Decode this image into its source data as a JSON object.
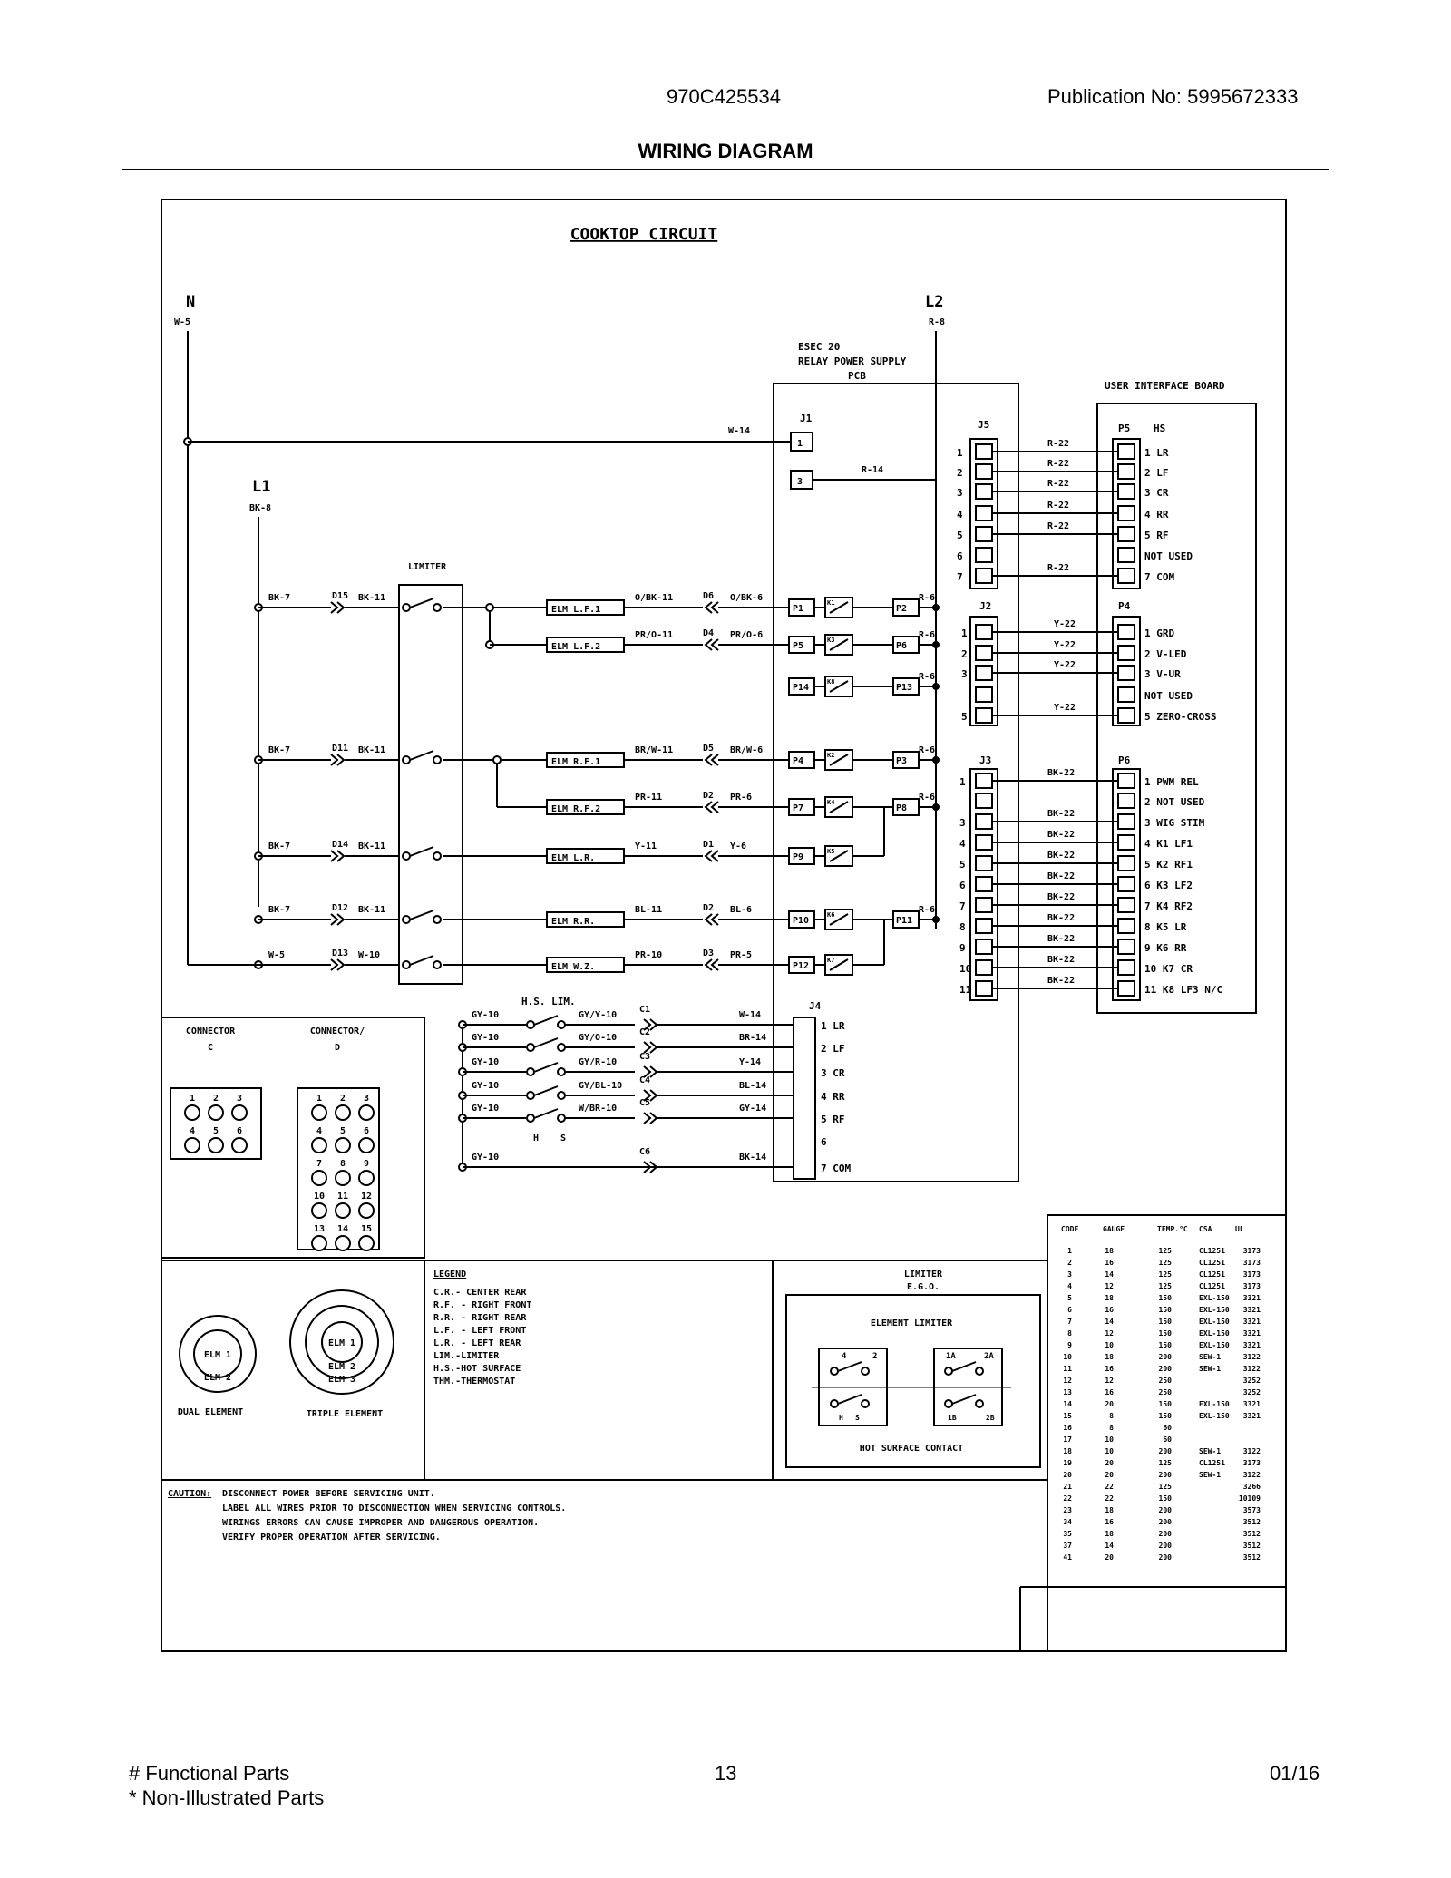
{
  "header": {
    "model": "970C425534",
    "publication": "Publication No:  5995672333"
  },
  "title": "WIRING DIAGRAM",
  "diagram": {
    "title": "COOKTOP CIRCUIT",
    "n_label": "N",
    "n_wire": "W-5",
    "l2_label": "L2",
    "l2_wire": "R-8",
    "l1_label": "L1",
    "l1_wire": "BK-8",
    "pcb_title": [
      "ESEC 20",
      "RELAY POWER SUPPLY",
      "PCB"
    ],
    "uib_title": "USER INTERFACE BOARD",
    "limiter_label": "LIMITER",
    "hs_lim_label": "H.S. LIM.",
    "j1": "J1",
    "j1_w14": "W-14",
    "j1_r14": "R-14",
    "j1_pins": [
      "1",
      "3"
    ],
    "j5": "J5",
    "j2": "J2",
    "j3": "J3",
    "j4": "J4",
    "p5": "P5",
    "p5_hs": "HS",
    "p4": "P4",
    "p6": "P6",
    "j5_pins": [
      "1",
      "2",
      "3",
      "4",
      "5",
      "6",
      "7"
    ],
    "j2_pins": [
      "1",
      "2",
      "3",
      "",
      "5"
    ],
    "j3_pins": [
      "1",
      "",
      "3",
      "4",
      "5",
      "6",
      "7",
      "8",
      "9",
      "10",
      "11"
    ],
    "p5_labels": [
      "1 LR",
      "2 LF",
      "3 CR",
      "4 RR",
      "5 RF",
      "NOT USED",
      "7 COM"
    ],
    "p4_labels": [
      "1 GRD",
      "2 V-LED",
      "3 V-UR",
      "NOT USED",
      "5 ZERO-CROSS"
    ],
    "p6_labels": [
      "1 PWM REL",
      "2 NOT USED",
      "3 WIG STIM",
      "4 K1 LF1",
      "5 K2 RF1",
      "6 K3 LF2",
      "7 K4 RF2",
      "8 K5 LR",
      "9 K6 RR",
      "10 K7 CR",
      "11 K8 LF3 N/C"
    ],
    "j4_labels": [
      "1 LR",
      "2 LF",
      "3 CR",
      "4 RR",
      "5 RF",
      "6",
      "7 COM"
    ],
    "r22": [
      "R-22",
      "R-22",
      "R-22",
      "R-22",
      "R-22",
      "R-22"
    ],
    "y22": [
      "Y-22",
      "Y-22",
      "Y-22",
      "Y-22"
    ],
    "bk22": [
      "BK-22",
      "BK-22",
      "BK-22",
      "BK-22",
      "BK-22",
      "BK-22",
      "BK-22",
      "BK-22",
      "BK-22",
      "BK-22"
    ],
    "elements": [
      {
        "bk7": "BK-7",
        "d": "D15",
        "bk11": "BK-11",
        "elm": "ELM L.F.1",
        "wire": "O/BK-11",
        "d2": "D6",
        "wire6": "O/BK-6",
        "p": "P1",
        "relay": "K1",
        "pr": "P2",
        "r6": "R-6"
      },
      {
        "elm": "ELM L.F.2",
        "wire": "PR/O-11",
        "d2": "D4",
        "wire6": "PR/O-6",
        "p": "P5",
        "relay": "K3",
        "pr": "P6",
        "r6": "R-6"
      },
      {
        "p": "P14",
        "relay": "K8",
        "pr": "P13",
        "r6": "R-6"
      },
      {
        "bk7": "BK-7",
        "d": "D11",
        "bk11": "BK-11",
        "elm": "ELM R.F.1",
        "wire": "BR/W-11",
        "d2": "D5",
        "wire6": "BR/W-6",
        "p": "P4",
        "relay": "K2",
        "pr": "P3",
        "r6": "R-6"
      },
      {
        "elm": "ELM R.F.2",
        "wire": "PR-11",
        "d2": "D2",
        "wire6": "PR-6",
        "p": "P7",
        "relay": "K4",
        "pr": "P8",
        "r6": "R-6"
      },
      {
        "bk7": "BK-7",
        "d": "D14",
        "bk11": "BK-11",
        "elm": "ELM L.R.",
        "wire": "Y-11",
        "d2": "D1",
        "wire6": "Y-6",
        "p": "P9",
        "relay": "K5"
      },
      {
        "bk7": "BK-7",
        "d": "D12",
        "bk11": "BK-11",
        "elm": "ELM R.R.",
        "wire": "BL-11",
        "d2": "D2",
        "wire6": "BL-6",
        "p": "P10",
        "relay": "K6",
        "pr": "P11",
        "r6": "R-6"
      },
      {
        "bk7": "W-5",
        "d": "D13",
        "bk11": "W-10",
        "elm": "ELM W.Z.",
        "wire": "PR-10",
        "d2": "D3",
        "wire6": "PR-5",
        "p": "P12",
        "relay": "K7"
      }
    ],
    "hs": [
      {
        "gy": "GY-10",
        "w": "GY/Y-10",
        "c": "C1",
        "j": "W-14"
      },
      {
        "gy": "GY-10",
        "w": "GY/O-10",
        "c": "C2",
        "j": "BR-14"
      },
      {
        "gy": "GY-10",
        "w": "GY/R-10",
        "c": "C3",
        "j": "Y-14"
      },
      {
        "gy": "GY-10",
        "w": "GY/BL-10",
        "c": "C4",
        "j": "BL-14"
      },
      {
        "gy": "GY-10",
        "w": "W/BR-10",
        "c": "C5",
        "j": "GY-14"
      },
      {
        "gy": "GY-10",
        "w": "",
        "c": "C6",
        "j": "BK-14"
      }
    ],
    "hs_h": "H",
    "hs_s": "S",
    "connector_c": [
      "CONNECTOR",
      "C"
    ],
    "connector_d": [
      "CONNECTOR/",
      "D"
    ],
    "conn_c_nums": [
      "1",
      "2",
      "3",
      "4",
      "5",
      "6"
    ],
    "conn_d_nums": [
      "1",
      "2",
      "3",
      "4",
      "5",
      "6",
      "7",
      "8",
      "9",
      "10",
      "11",
      "12",
      "13",
      "14",
      "15"
    ],
    "dual": {
      "label": "DUAL ELEMENT",
      "e1": "ELM 1",
      "e2": "ELM 2"
    },
    "triple": {
      "label": "TRIPLE ELEMENT",
      "e1": "ELM 1",
      "e2": "ELM 2",
      "e3": "ELM 3"
    },
    "legend": {
      "title": "LEGEND",
      "items": [
        "C.R.- CENTER REAR",
        "R.F. - RIGHT FRONT",
        "R.R. - RIGHT REAR",
        "L.F. - LEFT FRONT",
        "L.R. - LEFT REAR",
        "LIM.-LIMITER",
        "H.S.-HOT SURFACE",
        "THM.-THERMOSTAT"
      ]
    },
    "limiter_box": {
      "title1": "LIMITER",
      "title2": "E.G.O.",
      "elem": "ELEMENT LIMITER",
      "hot": "HOT SURFACE CONTACT",
      "p4": "4",
      "p2": "2",
      "p1a": "1A",
      "p2a": "2A",
      "h": "H",
      "s": "S",
      "p1b": "1B",
      "p2b": "2B"
    },
    "caution": {
      "label": "CAUTION:",
      "lines": [
        "DISCONNECT POWER BEFORE SERVICING UNIT.",
        "LABEL ALL WIRES PRIOR TO DISCONNECTION WHEN SERVICING CONTROLS.",
        "WIRINGS ERRORS CAN CAUSE IMPROPER AND DANGEROUS OPERATION.",
        "VERIFY PROPER OPERATION AFTER SERVICING."
      ]
    },
    "table": {
      "headers": [
        "CODE",
        "GAUGE",
        "TEMP.°C",
        "CSA",
        "UL"
      ],
      "rows": [
        [
          "1",
          "18",
          "125",
          "CL1251",
          "3173"
        ],
        [
          "2",
          "16",
          "125",
          "CL1251",
          "3173"
        ],
        [
          "3",
          "14",
          "125",
          "CL1251",
          "3173"
        ],
        [
          "4",
          "12",
          "125",
          "CL1251",
          "3173"
        ],
        [
          "5",
          "18",
          "150",
          "EXL-150",
          "3321"
        ],
        [
          "6",
          "16",
          "150",
          "EXL-150",
          "3321"
        ],
        [
          "7",
          "14",
          "150",
          "EXL-150",
          "3321"
        ],
        [
          "8",
          "12",
          "150",
          "EXL-150",
          "3321"
        ],
        [
          "9",
          "10",
          "150",
          "EXL-150",
          "3321"
        ],
        [
          "10",
          "18",
          "200",
          "SEW-1",
          "3122"
        ],
        [
          "11",
          "16",
          "200",
          "SEW-1",
          "3122"
        ],
        [
          "12",
          "12",
          "250",
          "",
          "3252"
        ],
        [
          "13",
          "16",
          "250",
          "",
          "3252"
        ],
        [
          "14",
          "20",
          "150",
          "EXL-150",
          "3321"
        ],
        [
          "15",
          "8",
          "150",
          "EXL-150",
          "3321"
        ],
        [
          "16",
          "8",
          "60",
          "",
          ""
        ],
        [
          "17",
          "10",
          "60",
          "",
          ""
        ],
        [
          "18",
          "10",
          "200",
          "SEW-1",
          "3122"
        ],
        [
          "19",
          "20",
          "125",
          "CL1251",
          "3173"
        ],
        [
          "20",
          "20",
          "200",
          "SEW-1",
          "3122"
        ],
        [
          "21",
          "22",
          "125",
          "",
          "3266"
        ],
        [
          "22",
          "22",
          "150",
          "",
          "10109"
        ],
        [
          "23",
          "18",
          "200",
          "",
          "3573"
        ],
        [
          "34",
          "16",
          "200",
          "",
          "3512"
        ],
        [
          "35",
          "18",
          "200",
          "",
          "3512"
        ],
        [
          "37",
          "14",
          "200",
          "",
          "3512"
        ],
        [
          "41",
          "20",
          "200",
          "",
          "3512"
        ]
      ]
    }
  },
  "footer": {
    "functional": "# Functional Parts",
    "non_illustrated": "* Non-Illustrated Parts",
    "page": "13",
    "date": "01/16"
  }
}
